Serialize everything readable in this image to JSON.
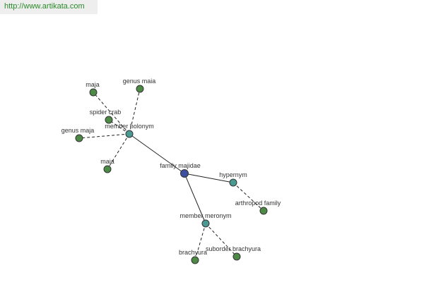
{
  "header": {
    "url": "http://www.artikata.com"
  },
  "colors": {
    "root": "#3d4f9e",
    "relation": "#4a9a92",
    "leaf": "#4d8a46"
  },
  "graph": {
    "nodes": [
      {
        "id": "family-majidae",
        "label": "family majidae",
        "kind": "root"
      },
      {
        "id": "member-holonym",
        "label": "member holonym",
        "kind": "relation"
      },
      {
        "id": "hypernym",
        "label": "hypernym",
        "kind": "relation"
      },
      {
        "id": "member-meronym",
        "label": "member meronym",
        "kind": "relation"
      },
      {
        "id": "maja",
        "label": "maja",
        "kind": "leaf"
      },
      {
        "id": "genus-maia",
        "label": "genus maia",
        "kind": "leaf"
      },
      {
        "id": "spider-crab",
        "label": "spider crab",
        "kind": "leaf"
      },
      {
        "id": "genus-maja",
        "label": "genus maja",
        "kind": "leaf"
      },
      {
        "id": "maia",
        "label": "maia",
        "kind": "leaf"
      },
      {
        "id": "arthropod-family",
        "label": "arthropod family",
        "kind": "leaf"
      },
      {
        "id": "brachyura",
        "label": "brachyura",
        "kind": "leaf"
      },
      {
        "id": "suborder-brachyura",
        "label": "suborder brachyura",
        "kind": "leaf"
      }
    ],
    "edges": [
      {
        "from": "family-majidae",
        "to": "member-holonym",
        "style": "solid"
      },
      {
        "from": "family-majidae",
        "to": "hypernym",
        "style": "solid"
      },
      {
        "from": "family-majidae",
        "to": "member-meronym",
        "style": "solid"
      },
      {
        "from": "member-holonym",
        "to": "maja",
        "style": "dashed"
      },
      {
        "from": "member-holonym",
        "to": "genus-maia",
        "style": "dashed"
      },
      {
        "from": "member-holonym",
        "to": "spider-crab",
        "style": "dashed"
      },
      {
        "from": "member-holonym",
        "to": "genus-maja",
        "style": "dashed"
      },
      {
        "from": "member-holonym",
        "to": "maia",
        "style": "dashed"
      },
      {
        "from": "hypernym",
        "to": "arthropod-family",
        "style": "dashed"
      },
      {
        "from": "member-meronym",
        "to": "brachyura",
        "style": "dashed"
      },
      {
        "from": "member-meronym",
        "to": "suborder-brachyura",
        "style": "dashed"
      }
    ]
  }
}
